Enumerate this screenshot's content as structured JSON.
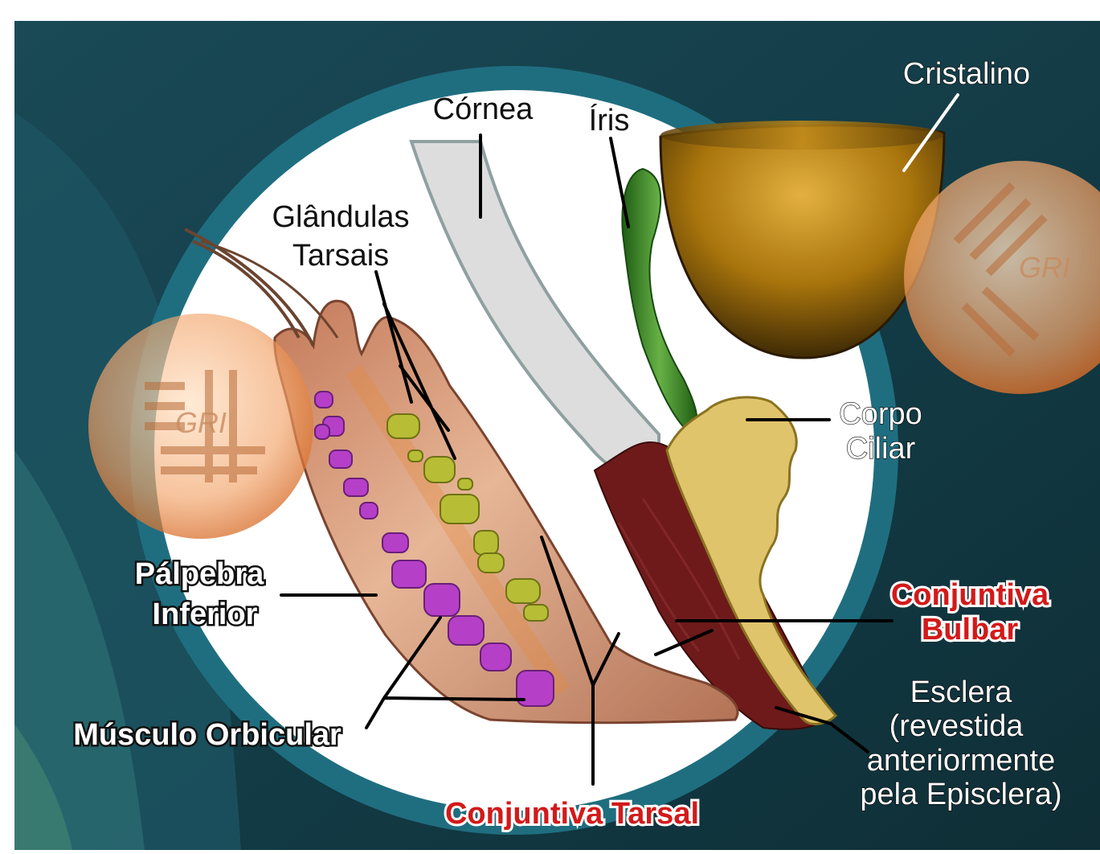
{
  "labels": {
    "cristalino": "Cristalino",
    "cornea": "Córnea",
    "iris": "Íris",
    "glandulas_1": "Glândulas",
    "glandulas_2": "Tarsais",
    "corpo_1": "Corpo",
    "corpo_2": "Ciliar",
    "palpebra_1": "Pálpebra",
    "palpebra_2": "Inferior",
    "conj_bulbar_1": "Conjuntiva",
    "conj_bulbar_2": "Bulbar",
    "esclera_1": "Esclera",
    "esclera_2": "(revestida",
    "esclera_3": "anteriormente",
    "esclera_4": "pela Episclera)",
    "musculo": "Músculo Orbicular",
    "conj_tarsal": "Conjuntiva Tarsal"
  },
  "logo_text": "GRI",
  "colors": {
    "background": "#123a44",
    "circle_ring": "#1f6e80",
    "circle_fill": "#ffffff",
    "lens": "#a8740c",
    "iris": "#3d8a2a",
    "ciliary": "#e0c46c",
    "sclera": "#6e1a1a",
    "lid": "#c98e6e",
    "muscle": "#b63fc8",
    "gland": "#b7bd35",
    "cornea": "#dcdcdc",
    "red_label": "#d21a1a"
  }
}
